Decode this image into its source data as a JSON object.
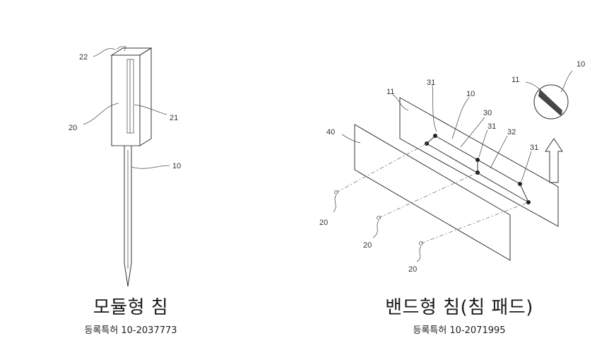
{
  "left_figure": {
    "caption_title": "모듈형 침",
    "caption_patent": "등록특허 10-2037773",
    "labels": {
      "l22": "22",
      "l20": "20",
      "l21": "21",
      "l10": "10"
    }
  },
  "right_figure": {
    "caption_title": "밴드형 침(침 패드)",
    "caption_patent": "등록특허 10-2071995",
    "labels": {
      "l11a": "11",
      "l31a": "31",
      "l10a": "10",
      "l30": "30",
      "l31b": "31",
      "l32": "32",
      "l31c": "31",
      "l40": "40",
      "l11b": "11",
      "l10b": "10",
      "l20a": "20",
      "l20b": "20",
      "l20c": "20"
    }
  }
}
